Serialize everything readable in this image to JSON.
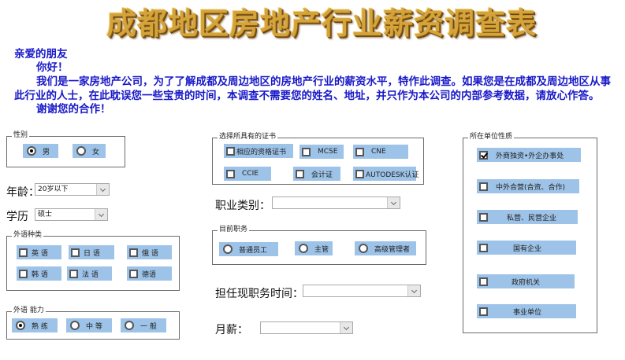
{
  "header": {
    "title": "成都地区房地产行业薪资调查表"
  },
  "intro": {
    "salutation": "亲爱的朋友",
    "greeting": "你好！",
    "body_line1": "我们是一家房地产公司，为了了解成都及周边地区的房地产行业的薪资水平，特作此调查。如果您是在成都及周边地区从事",
    "body_line2": "此行业的人士，在此耽误您一些宝贵的时间，本调查不需要您的姓名、地址，并只作为本公司的内部参考数据，请放心作答。",
    "thanks": "谢谢您的合作！"
  },
  "gender": {
    "legend": "性别",
    "options": [
      {
        "label": "男",
        "checked": true
      },
      {
        "label": "女",
        "checked": false
      }
    ]
  },
  "age": {
    "label": "年龄：",
    "value": "20岁以下"
  },
  "education": {
    "label": "学历",
    "value": "硕士"
  },
  "language_type": {
    "legend": "外语种类",
    "options": [
      {
        "label": "英 语",
        "checked": false
      },
      {
        "label": "日 语",
        "checked": false
      },
      {
        "label": "俄 语",
        "checked": false
      },
      {
        "label": "韩 语",
        "checked": false
      },
      {
        "label": "法 语",
        "checked": false
      },
      {
        "label": "德语",
        "checked": false
      }
    ]
  },
  "language_ability": {
    "legend": "外语 能力",
    "options": [
      {
        "label": "熟 练",
        "checked": true
      },
      {
        "label": "中 等",
        "checked": false
      },
      {
        "label": "一 般",
        "checked": false
      }
    ]
  },
  "certificates": {
    "legend": "选择所具有的证书",
    "options": [
      {
        "label": "相应的资格证书",
        "checked": false
      },
      {
        "label": "MCSE",
        "checked": false
      },
      {
        "label": "CNE",
        "checked": false
      },
      {
        "label": "CCIE",
        "checked": false
      },
      {
        "label": "会计证",
        "checked": false
      },
      {
        "label": "AUTODESK认证",
        "checked": false
      }
    ]
  },
  "job_category": {
    "label": "职业类别：",
    "value": ""
  },
  "position": {
    "legend": "目前职务",
    "options": [
      {
        "label": "普通员工",
        "checked": false
      },
      {
        "label": "主管",
        "checked": false
      },
      {
        "label": "高级管理者",
        "checked": false
      }
    ]
  },
  "tenure": {
    "label": "担任现职务时间：",
    "value": ""
  },
  "salary": {
    "label": "月薪：",
    "value": ""
  },
  "company_type": {
    "legend": "所在单位性质",
    "options": [
      {
        "label": "外商独资•外企办事处",
        "checked": true
      },
      {
        "label": "中外合营(合资、合作)",
        "checked": false
      },
      {
        "label": "私营、民营企业",
        "checked": false
      },
      {
        "label": "国有企业",
        "checked": false
      },
      {
        "label": "政府机关",
        "checked": false
      },
      {
        "label": "事业单位",
        "checked": false
      }
    ]
  },
  "colors": {
    "intro_text": "#1818c8",
    "option_bg": "#9ec3e8",
    "title_gold": "#d4a43a"
  }
}
